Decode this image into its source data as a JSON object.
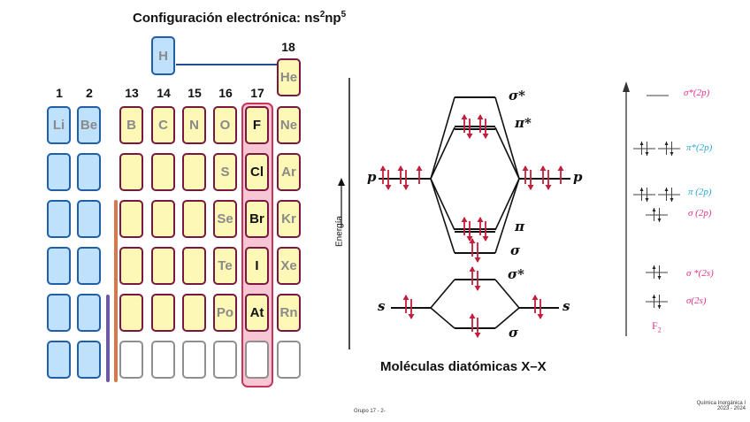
{
  "title": {
    "main": "Configuración electrónica: ns",
    "sup1": "2",
    "mid": "np",
    "sup2": "5"
  },
  "colors": {
    "s_block_fill": "#bfe1fb",
    "s_block_border": "#1f5fa8",
    "p_block_fill": "#fdf8b5",
    "p_block_border": "#7a1740",
    "empty_border": "#8f8f8f",
    "halogen_highlight": "#f6c6d4",
    "halogen_border": "#c9345a",
    "electron_arrow": "#c41e3a",
    "sigma_label": "#e2308a",
    "pi_label": "#2aa6d8"
  },
  "periodic_table": {
    "group_labels": [
      "1",
      "2",
      "13",
      "14",
      "15",
      "16",
      "17",
      "18"
    ],
    "hydrogen": "H",
    "helium": "He",
    "rows": [
      [
        "Li",
        "Be",
        "B",
        "C",
        "N",
        "O",
        "F",
        "Ne"
      ],
      [
        "",
        "",
        "",
        "",
        "",
        "S",
        "Cl",
        "Ar"
      ],
      [
        "",
        "",
        "",
        "",
        "",
        "Se",
        "Br",
        "Kr"
      ],
      [
        "",
        "",
        "",
        "",
        "",
        "Te",
        "I",
        "Xe"
      ],
      [
        "",
        "",
        "",
        "",
        "",
        "Po",
        "At",
        "Rn"
      ],
      [
        "",
        "",
        "",
        "",
        "",
        "",
        "",
        ""
      ]
    ],
    "highlighted_group": "17"
  },
  "mo_diagram": {
    "axis_label": "Energía",
    "left_atomic_p": "p",
    "right_atomic_p": "p",
    "left_atomic_s": "s",
    "right_atomic_s": "s",
    "levels": {
      "sigma_star_p": "σ*",
      "pi_star": "π*",
      "pi": "π",
      "sigma_p": "σ",
      "sigma_star_s": "σ*",
      "sigma_s": "σ"
    },
    "caption": "Moléculas diatómicas   X–X"
  },
  "f2_diagram": {
    "levels": [
      {
        "label": "σ*(2p)",
        "electrons": 0
      },
      {
        "label": "π*(2p)",
        "electrons": 4
      },
      {
        "label": "π (2p)",
        "electrons": 4
      },
      {
        "label": "σ (2p)",
        "electrons": 2
      },
      {
        "label": "σ *(2s)",
        "electrons": 2
      },
      {
        "label": "σ(2s)",
        "electrons": 2
      }
    ],
    "molecule": "F",
    "molecule_sub": "2"
  },
  "footer": {
    "center": "Grupo 17 - 2-",
    "right_line1": "Química Inorgánica I",
    "right_line2": "2023 - 2024"
  }
}
